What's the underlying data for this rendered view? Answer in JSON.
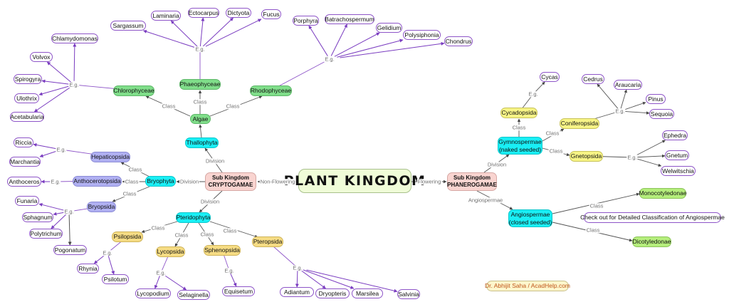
{
  "title": "PLANT KINGDOM",
  "colors": {
    "example_border": "#8e55c8",
    "algae_class": "#80de8a",
    "division": "#19eff5",
    "bryophyta_class": "#b0b0f2",
    "pteridophyta_class": "#f6dc84",
    "gymnosperm_class": "#f7f486",
    "angiosperm_class": "#b5ee7c",
    "subkingdom": "#f9d4d0",
    "root": "#f0fcd8",
    "example_edge": "#8e55c8",
    "hierarchy_edge": "#555555"
  },
  "nodes": {
    "root": "PLANT KINGDOM",
    "crypto": [
      "Sub Kingdom",
      "CRYPTOGAMAE"
    ],
    "phanero": [
      "Sub Kingdom",
      "PHANEROGAMAE"
    ],
    "thallophyta": "Thallophyta",
    "algae": "Algae",
    "chlorophyceae": "Chlorophyceae",
    "phaeophyceae": "Phaeophyceae",
    "rhodophyceae": "Rhodophyceae",
    "bryophyta": "Bryophyta",
    "hepaticopsida": "Hepaticopsida",
    "anthocerotopsida": "Anthocerotopsida",
    "bryopsida": "Bryopsida",
    "pteridophyta": "Pteridophyta",
    "psilopsida": "Psilopsida",
    "lycopsida": "Lycopsida",
    "sphenopsida": "Sphenopsida",
    "pteropsida": "Pteropsida",
    "gymnospermae": [
      "Gymnospermae",
      "(naked seeded)"
    ],
    "cycadopsida": "Cycadopsida",
    "coniferopsida": "Coniferopsida",
    "gnetopsida": "Gnetopsida",
    "angiospermae": [
      "Angiospermae",
      "(closed seeded)"
    ],
    "monocotyledonae": "Monocotyledonae",
    "dicotyledonae": "Dicotyledonae"
  },
  "examples": {
    "chlorophyceae": [
      "Chlamydomonas",
      "Volvox",
      "Spirogyra",
      "Ulothrix",
      "Acetabularia"
    ],
    "phaeophyceae": [
      "Sargassum",
      "Laminaria",
      "Ectocarpus",
      "Dictyota",
      "Fucus"
    ],
    "rhodophyceae": [
      "Porphyra",
      "Batrachospermum",
      "Gelidium",
      "Polysiphonia",
      "Chondrus"
    ],
    "hepaticopsida": [
      "Riccia",
      "Marchantia"
    ],
    "anthocerotopsida": [
      "Anthoceros"
    ],
    "bryopsida": [
      "Funaria",
      "Sphagnum",
      "Polytrichum",
      "Pogonatum"
    ],
    "psilopsida": [
      "Rhynia",
      "Psilotum"
    ],
    "lycopsida": [
      "Lycopodium",
      "Selaginella"
    ],
    "sphenopsida": [
      "Equisetum"
    ],
    "pteropsida": [
      "Adiantum",
      "Dryopteris",
      "Marsilea",
      "Salvinia"
    ],
    "cycadopsida": [
      "Cycas"
    ],
    "coniferopsida": [
      "Cedrus",
      "Araucaria",
      "Pinus",
      "Sequoia"
    ],
    "gnetopsida": [
      "Ephedra",
      "Gnetum",
      "Welwitschia"
    ]
  },
  "edge_labels": {
    "non_flowering": "Non-Flowering",
    "flowering": "Flowering",
    "division": "Division",
    "class": "Class",
    "eg": "E.g.",
    "angiospermae": "Angiospermae"
  },
  "note": "Check out for Detailed Classification of Angiospermae",
  "credit": "Dr. Abhijit Saha / AcadHelp.com"
}
